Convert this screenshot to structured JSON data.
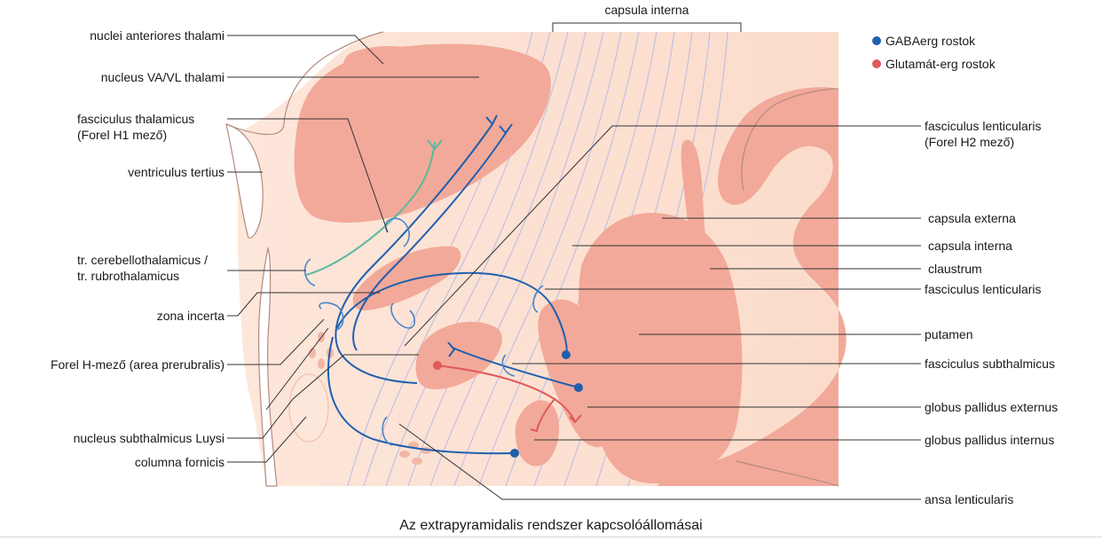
{
  "caption": "Az extrapyramidalis rendszer kapcsolóállomásai",
  "legend": [
    {
      "label": "GABAerg rostok",
      "color": "#1f5fae"
    },
    {
      "label": "Glutamát-erg rostok",
      "color": "#e05a5a"
    }
  ],
  "labels_top": {
    "capsula_interna": "capsula interna"
  },
  "labels_left": {
    "nuclei_anteriores": "nuclei anteriores thalami",
    "nucleus_va_vl": "nucleus VA/VL thalami",
    "fasc_thal_1": "fasciculus thalamicus",
    "fasc_thal_2": "(Forel H1 mező)",
    "ventriculus": "ventriculus tertius",
    "tr_cereb_1": "tr. cerebellothalamicus /",
    "tr_cereb_2": "tr. rubrothalamicus",
    "zona_incerta": "zona incerta",
    "forel_h": "Forel H-mező (area prerubralis)",
    "nucleus_sub": "nucleus subthalmicus Luysi",
    "columna": "columna fornicis"
  },
  "labels_right": {
    "fasc_lent_1": "fasciculus lenticularis",
    "fasc_lent_2": "(Forel H2 mező)",
    "capsula_externa": "capsula externa",
    "capsula_interna": "capsula interna",
    "claustrum": "claustrum",
    "fasc_lent": "fasciculus lenticularis",
    "putamen": "putamen",
    "fasc_subth": "fasciculus subthalmicus",
    "gp_externus": "globus pallidus externus",
    "gp_internus": "globus pallidus internus",
    "ansa": "ansa lenticularis"
  },
  "colors": {
    "background_tissue": "#fde3d4",
    "structure": "#f2a999",
    "gaba": "#1f5fae",
    "glutamate": "#e05a5a",
    "cerebellar": "#5bb8a0",
    "fiber": "#b9b9e6"
  }
}
